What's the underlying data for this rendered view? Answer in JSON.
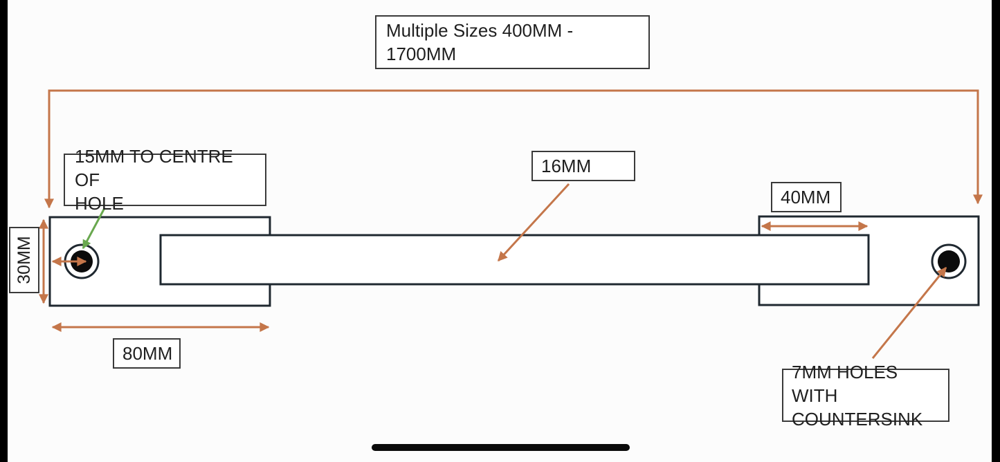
{
  "colors": {
    "dimension_arrow": "#c4764a",
    "pointer_arrow_green": "#69a84f",
    "shape_outline": "#1f2830",
    "label_border": "#3a3a3a",
    "label_text": "#1f1f1f",
    "hole_fill": "#0b0b0b",
    "bottom_bar": "#0b0b0b"
  },
  "labels": {
    "size_range": "Multiple Sizes 400MM -\n1700MM",
    "hole_offset": "15MM TO CENTRE OF\nHOLE",
    "bar_thickness": "16MM",
    "plate_end_inset": "40MM",
    "plate_height": "30MM",
    "plate_length": "80MM",
    "hole_spec": "7MM HOLES WITH\nCOUNTERSINK"
  }
}
